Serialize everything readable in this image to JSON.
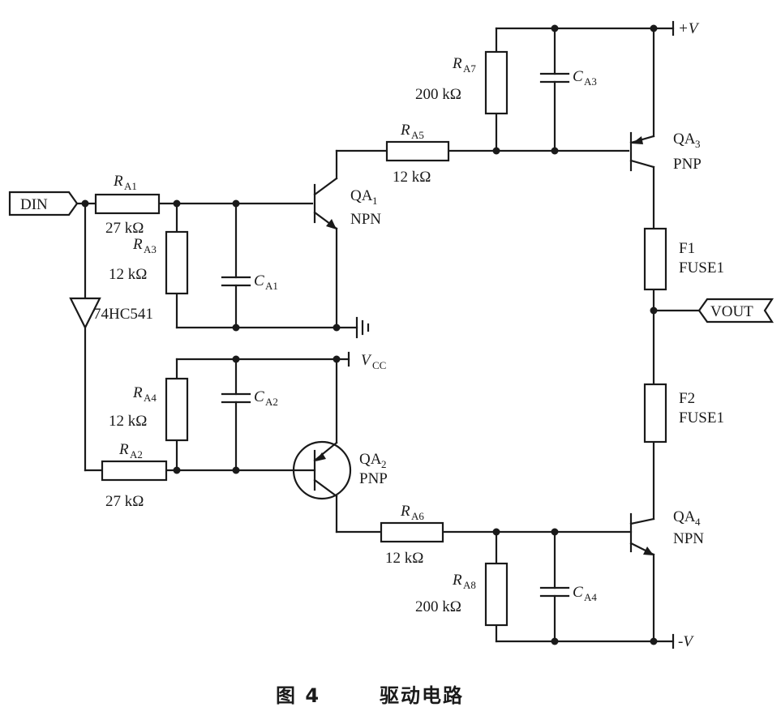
{
  "caption": {
    "figure_number": "图 4",
    "title": "驱动电路"
  },
  "ports": {
    "din": "DIN",
    "vout": "VOUT"
  },
  "supplies": {
    "vplus": "+V",
    "vminus": "-V",
    "vcc_main": "V",
    "vcc_sub": "CC"
  },
  "buffer": {
    "part": "74HC541"
  },
  "resistors": {
    "ra1": {
      "name": "R",
      "sub": "A1",
      "value": "27 kΩ"
    },
    "ra2": {
      "name": "R",
      "sub": "A2",
      "value": "27 kΩ"
    },
    "ra3": {
      "name": "R",
      "sub": "A3",
      "value": "12 kΩ"
    },
    "ra4": {
      "name": "R",
      "sub": "A4",
      "value": "12 kΩ"
    },
    "ra5": {
      "name": "R",
      "sub": "A5",
      "value": "12 kΩ"
    },
    "ra6": {
      "name": "R",
      "sub": "A6",
      "value": "12 kΩ"
    },
    "ra7": {
      "name": "R",
      "sub": "A7",
      "value": "200 kΩ"
    },
    "ra8": {
      "name": "R",
      "sub": "A8",
      "value": "200 kΩ"
    }
  },
  "capacitors": {
    "ca1": {
      "name": "C",
      "sub": "A1"
    },
    "ca2": {
      "name": "C",
      "sub": "A2"
    },
    "ca3": {
      "name": "C",
      "sub": "A3"
    },
    "ca4": {
      "name": "C",
      "sub": "A4"
    }
  },
  "transistors": {
    "qa1": {
      "name": "QA",
      "sub": "1",
      "type": "NPN"
    },
    "qa2": {
      "name": "QA",
      "sub": "2",
      "type": "PNP"
    },
    "qa3": {
      "name": "QA",
      "sub": "3",
      "type": "PNP"
    },
    "qa4": {
      "name": "QA",
      "sub": "4",
      "type": "NPN"
    }
  },
  "fuses": {
    "f1": {
      "name": "F1",
      "part": "FUSE1"
    },
    "f2": {
      "name": "F2",
      "part": "FUSE1"
    }
  }
}
